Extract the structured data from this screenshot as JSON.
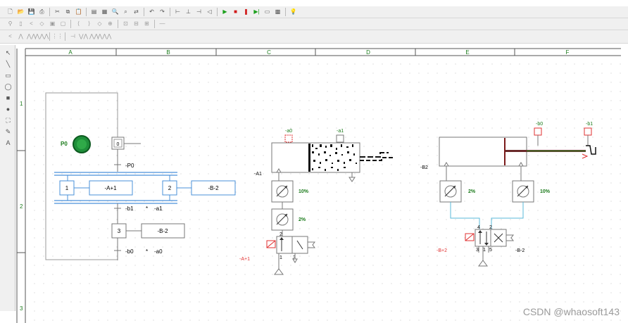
{
  "toolbar_row1": [
    {
      "icon": "new-file-icon",
      "glyph": "🗋"
    },
    {
      "icon": "open-folder-icon",
      "glyph": "📂"
    },
    {
      "icon": "save-icon",
      "glyph": "💾"
    },
    {
      "icon": "print-icon",
      "glyph": "⎙"
    },
    {
      "sep": true
    },
    {
      "icon": "cut-icon",
      "glyph": "✂"
    },
    {
      "icon": "copy-icon",
      "glyph": "⧉"
    },
    {
      "icon": "paste-icon",
      "glyph": "📋"
    },
    {
      "sep": true
    },
    {
      "icon": "print-preview-icon",
      "glyph": "▤"
    },
    {
      "icon": "page-setup-icon",
      "glyph": "▦"
    },
    {
      "icon": "zoom-icon",
      "glyph": "🔍"
    },
    {
      "icon": "find-icon",
      "glyph": "⌕"
    },
    {
      "icon": "replace-icon",
      "glyph": "⇄"
    },
    {
      "sep": true
    },
    {
      "icon": "undo-icon",
      "glyph": "↶"
    },
    {
      "icon": "redo-icon",
      "glyph": "↷"
    },
    {
      "sep": true
    },
    {
      "icon": "align-left-icon",
      "glyph": "⊢"
    },
    {
      "icon": "align-center-icon",
      "glyph": "⊥"
    },
    {
      "icon": "align-right-icon",
      "glyph": "⊣"
    },
    {
      "icon": "back-icon",
      "glyph": "◁"
    },
    {
      "sep": true
    },
    {
      "icon": "run-icon",
      "glyph": "▶",
      "cls": "play"
    },
    {
      "icon": "stop-icon",
      "glyph": "■",
      "cls": "stop"
    },
    {
      "icon": "pause-icon",
      "glyph": "❚",
      "cls": "pause"
    },
    {
      "icon": "step-icon",
      "glyph": "▶|",
      "cls": "step"
    },
    {
      "icon": "monitor-icon",
      "glyph": "▭"
    },
    {
      "icon": "grid-icon",
      "glyph": "▩"
    },
    {
      "sep": true
    },
    {
      "icon": "help-bulb-icon",
      "glyph": "💡",
      "cls": "bulb"
    }
  ],
  "toolbar_row2": [
    {
      "icon": "connection-icon",
      "glyph": "⚲"
    },
    {
      "icon": "component-icon",
      "glyph": "▯"
    },
    {
      "icon": "line-icon",
      "glyph": "<"
    },
    {
      "icon": "shape-icon",
      "glyph": "◇"
    },
    {
      "icon": "module-icon",
      "glyph": "▣"
    },
    {
      "icon": "block-icon",
      "glyph": "▢"
    },
    {
      "sep": true
    },
    {
      "icon": "branch-icon",
      "glyph": "⟨"
    },
    {
      "icon": "split-icon",
      "glyph": "⟩"
    },
    {
      "icon": "junction-icon",
      "glyph": "◇"
    },
    {
      "icon": "node-icon",
      "glyph": "⊕"
    },
    {
      "sep": true
    },
    {
      "icon": "frame-icon",
      "glyph": "⊡"
    },
    {
      "icon": "lines-icon",
      "glyph": "⊟"
    },
    {
      "icon": "graph-icon",
      "glyph": "⊞"
    },
    {
      "sep": true
    },
    {
      "icon": "dash-icon",
      "glyph": "—"
    }
  ],
  "toolbar_row3": [
    {
      "icon": "arrow-back-icon",
      "glyph": "<"
    },
    {
      "icon": "wave-icon",
      "glyph": "⋀"
    },
    {
      "icon": "zigzag-icon",
      "glyph": "⋀⋀"
    },
    {
      "icon": "double-zigzag-icon",
      "glyph": "⋀⋀⋀"
    },
    {
      "sep": true
    },
    {
      "icon": "ladder-icon",
      "glyph": "⋮⋮"
    },
    {
      "sep": true
    },
    {
      "icon": "branch-right-icon",
      "glyph": "⊣"
    },
    {
      "icon": "wave-right-icon",
      "glyph": "⋁⋀"
    },
    {
      "icon": "zig-right-icon",
      "glyph": "⋀⋀"
    },
    {
      "icon": "triple-right-icon",
      "glyph": "⋀⋀⋀"
    }
  ],
  "left_tools": [
    {
      "icon": "pointer-icon",
      "glyph": "↖"
    },
    {
      "icon": "line-tool-icon",
      "glyph": "╲"
    },
    {
      "icon": "rectangle-tool-icon",
      "glyph": "▭"
    },
    {
      "icon": "rounded-rect-icon",
      "glyph": "◯"
    },
    {
      "icon": "filled-rect-icon",
      "glyph": "■"
    },
    {
      "icon": "ellipse-icon",
      "glyph": "●"
    },
    {
      "icon": "fill-icon",
      "glyph": "⛶"
    },
    {
      "icon": "pen-icon",
      "glyph": "✎"
    },
    {
      "icon": "text-tool-icon",
      "glyph": "A"
    }
  ],
  "columns": [
    "A",
    "B",
    "C",
    "D",
    "E",
    "F"
  ],
  "rows": [
    "1",
    "2",
    "3"
  ],
  "grafcet": {
    "p0": "P0",
    "initial_step": "0",
    "t_p0": "-P0",
    "step1": "1",
    "action1": "-A+1",
    "step2": "2",
    "action2": "-B-2",
    "t_b1": "-b1",
    "t_a1": "-a1",
    "star": "*",
    "step3": "3",
    "action3": "-B-2",
    "t_b0": "-b0",
    "t_a0": "-a0"
  },
  "cyl_a": {
    "label": "-A1",
    "sensor_a0": "-a0",
    "sensor_a1": "-a1",
    "throttle1": "10%",
    "throttle2": "2%",
    "valve_label": "-A+1",
    "port2": "2",
    "port1": "1",
    "port3": "3"
  },
  "cyl_b": {
    "label": "-B2",
    "sensor_b0": "-b0",
    "sensor_b1": "-b1",
    "throttle_left": "2%",
    "throttle_right": "10%",
    "valve_left_label": "-B+2",
    "valve_right_label": "-B-2",
    "port4": "4",
    "port2": "2",
    "port3": "3",
    "port1": "1",
    "port5": "5"
  },
  "watermark": "CSDN @whaosoft143",
  "colors": {
    "grafcet_blue": "#4a90d9",
    "frame_gray": "#9a9a9a",
    "label_red": "#e03030",
    "label_green": "#1a7a1a",
    "pressure_line": "#5ab8d8"
  }
}
